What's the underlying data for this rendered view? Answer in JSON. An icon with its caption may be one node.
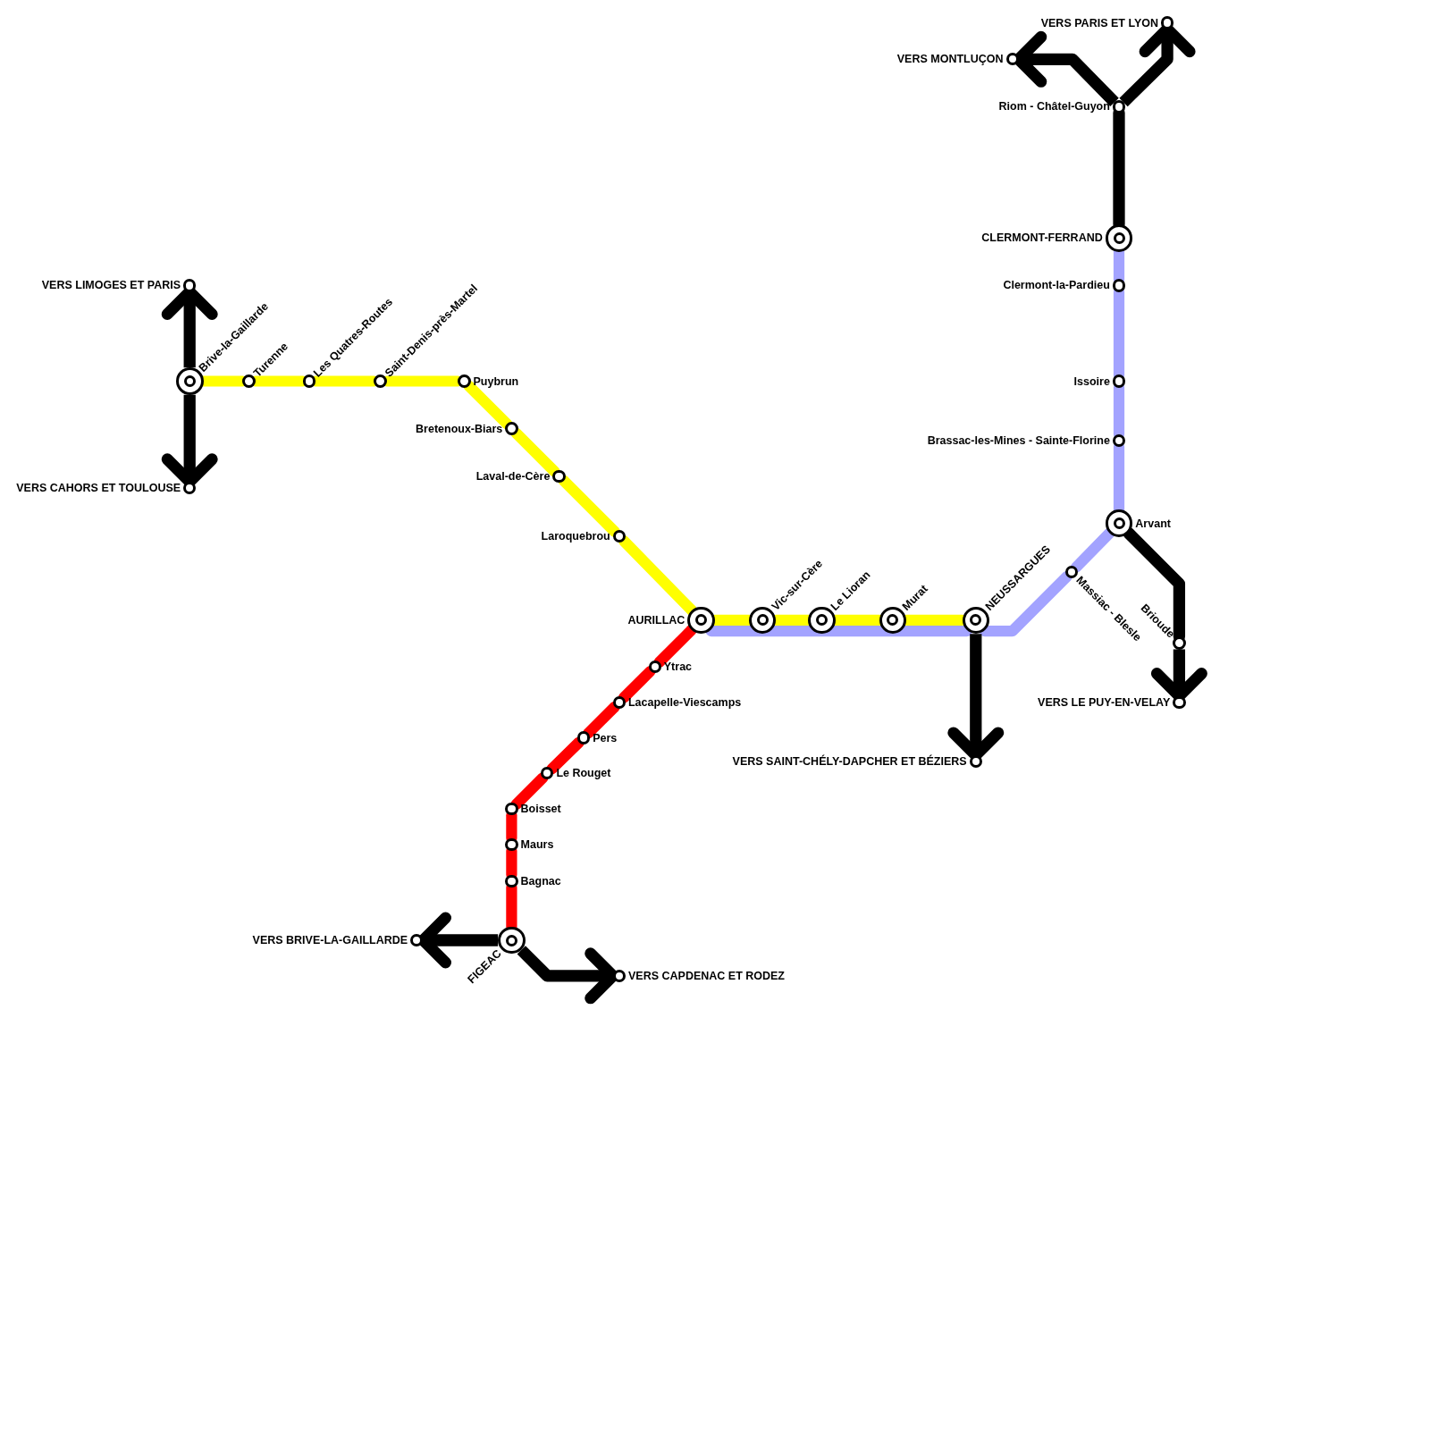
{
  "diagram": {
    "nodes": [
      {
        "text": [],
        "shape": "circle",
        "beside": [
          "VERS LIMOGES ET PARIS"
        ]
      },
      {
        "text": [],
        "shape": "target",
        "beside": [
          "Brive-la-Gaillarde"
        ]
      },
      {
        "text": [],
        "shape": "circle",
        "beside": [
          "VERS CAHORS ET TOULOUSE"
        ]
      },
      {
        "text": [],
        "shape": "circle",
        "beside": [
          "Turenne"
        ]
      },
      {
        "text": [],
        "shape": "circle",
        "beside": [
          "Les Quatres-Routes"
        ]
      },
      {
        "text": [],
        "shape": "circle",
        "beside": [
          "Saint-Denis-près-Martel"
        ]
      },
      {
        "text": [],
        "shape": "circle",
        "beside": [
          "Puybrun"
        ]
      },
      {
        "text": [],
        "shape": "circle",
        "beside": [
          "Bretenoux-Biars"
        ]
      },
      {
        "text": [],
        "shape": "circle",
        "beside": [
          "Laval-de-Cère"
        ]
      },
      {
        "text": [],
        "shape": "circle",
        "beside": [
          "Laroquebrou"
        ]
      },
      {
        "text": [],
        "shape": "target",
        "beside": [
          "AURILLAC"
        ]
      },
      {
        "text": [],
        "shape": "target",
        "beside": [
          "Vic-sur-Cère"
        ]
      },
      {
        "text": [],
        "shape": "target",
        "beside": [
          "Le Lioran"
        ]
      },
      {
        "text": [],
        "shape": "target",
        "beside": [
          "Murat"
        ]
      },
      {
        "text": [],
        "shape": "target",
        "beside": [
          "NEUSSARGUES"
        ]
      },
      {
        "text": [],
        "shape": "circle",
        "beside": [
          "Massiac - Blesle"
        ]
      },
      {
        "text": [],
        "shape": "target",
        "beside": [
          "Arvant"
        ]
      },
      {
        "text": [],
        "shape": "circle",
        "beside": [
          "Brassac-les-Mines - Sainte-Florine"
        ]
      },
      {
        "text": [],
        "shape": "circle",
        "beside": [
          "Issoire"
        ]
      },
      {
        "text": [],
        "shape": "circle",
        "beside": [
          "Clermont-la-Pardieu"
        ]
      },
      {
        "text": [],
        "shape": "target",
        "beside": [
          "CLERMONT-FERRAND"
        ]
      },
      {
        "text": [],
        "shape": "circle",
        "beside": [
          "Riom - Châtel-Guyon"
        ]
      },
      {
        "text": [],
        "shape": "circle",
        "beside": [
          "VERS MONTLUÇON"
        ]
      },
      {
        "text": [],
        "shape": "circle",
        "beside": [
          "VERS PARIS ET LYON"
        ]
      },
      {
        "text": [],
        "shape": "circle",
        "beside": [
          "Brioude"
        ]
      },
      {
        "text": [],
        "shape": "circle",
        "beside": [
          "VERS LE PUY-EN-VELAY"
        ]
      },
      {
        "text": [],
        "shape": "circle",
        "beside": [
          "VERS SAINT-CHÉLY-DAPCHER ET BÉZIERS"
        ]
      },
      {
        "text": [],
        "shape": "circle",
        "beside": [
          "Ytrac"
        ]
      },
      {
        "text": [],
        "shape": "circle",
        "beside": [
          "Lacapelle-Viescamps"
        ]
      },
      {
        "text": [],
        "shape": "circle",
        "beside": [
          "Pers"
        ]
      },
      {
        "text": [],
        "shape": "circle",
        "beside": [
          "Le Rouget"
        ]
      },
      {
        "text": [],
        "shape": "circle",
        "beside": [
          "Boisset"
        ]
      },
      {
        "text": [],
        "shape": "circle",
        "beside": [
          "Maurs"
        ]
      },
      {
        "text": [],
        "shape": "circle",
        "beside": [
          "Bagnac"
        ]
      },
      {
        "text": [],
        "shape": "target",
        "beside": [
          "FIGEAC"
        ]
      },
      {
        "text": [],
        "shape": "circle",
        "beside": [
          "VERS BRIVE-LA-GAILLARDE"
        ]
      },
      {
        "text": [],
        "shape": "circle",
        "beside": [
          "VERS CAPDENAC ET RODEZ"
        ]
      }
    ],
    "edges": [
      {
        "from": 10,
        "to": 14,
        "arrow": "none",
        "color": "#a3a3ff"
      },
      {
        "from": 14,
        "to": 15,
        "arrow": "none",
        "color": "#a3a3ff"
      },
      {
        "from": 15,
        "to": 16,
        "arrow": "none",
        "color": "#a3a3ff"
      },
      {
        "from": 16,
        "to": 17,
        "arrow": "none",
        "color": "#a3a3ff"
      },
      {
        "from": 17,
        "to": 18,
        "arrow": "none",
        "color": "#a3a3ff"
      },
      {
        "from": 18,
        "to": 19,
        "arrow": "none",
        "color": "#a3a3ff"
      },
      {
        "from": 19,
        "to": 20,
        "arrow": "none",
        "color": "#a3a3ff"
      },
      {
        "from": 1,
        "to": 3,
        "arrow": "none",
        "color": "#ffff00"
      },
      {
        "from": 3,
        "to": 4,
        "arrow": "none",
        "color": "#ffff00"
      },
      {
        "from": 4,
        "to": 5,
        "arrow": "none",
        "color": "#ffff00"
      },
      {
        "from": 5,
        "to": 6,
        "arrow": "none",
        "color": "#ffff00"
      },
      {
        "from": 6,
        "to": 7,
        "arrow": "none",
        "color": "#ffff00"
      },
      {
        "from": 7,
        "to": 8,
        "arrow": "none",
        "color": "#ffff00"
      },
      {
        "from": 8,
        "to": 9,
        "arrow": "none",
        "color": "#ffff00"
      },
      {
        "from": 9,
        "to": 10,
        "arrow": "none",
        "color": "#ffff00"
      },
      {
        "from": 10,
        "to": 11,
        "arrow": "none",
        "color": "#ffff00"
      },
      {
        "from": 11,
        "to": 12,
        "arrow": "none",
        "color": "#ffff00"
      },
      {
        "from": 12,
        "to": 13,
        "arrow": "none",
        "color": "#ffff00"
      },
      {
        "from": 13,
        "to": 14,
        "arrow": "none",
        "color": "#ffff00"
      },
      {
        "from": 10,
        "to": 27,
        "arrow": "none",
        "color": "#ff0000"
      },
      {
        "from": 27,
        "to": 28,
        "arrow": "none",
        "color": "#ff0000"
      },
      {
        "from": 28,
        "to": 29,
        "arrow": "none",
        "color": "#ff0000"
      },
      {
        "from": 29,
        "to": 30,
        "arrow": "none",
        "color": "#ff0000"
      },
      {
        "from": 30,
        "to": 31,
        "arrow": "none",
        "color": "#ff0000"
      },
      {
        "from": 31,
        "to": 32,
        "arrow": "none",
        "color": "#ff0000"
      },
      {
        "from": 32,
        "to": 33,
        "arrow": "none",
        "color": "#ff0000"
      },
      {
        "from": 33,
        "to": 34,
        "arrow": "none",
        "color": "#ff0000"
      },
      {
        "from": 20,
        "to": 21,
        "arrow": "none",
        "color": "#000000"
      },
      {
        "from": 21,
        "to": 22,
        "arrow": "to",
        "color": "#000000"
      },
      {
        "from": 21,
        "to": 23,
        "arrow": "to",
        "color": "#000000"
      },
      {
        "from": 16,
        "to": 24,
        "arrow": "none",
        "color": "#000000"
      },
      {
        "from": 24,
        "to": 25,
        "arrow": "to",
        "color": "#000000"
      },
      {
        "from": 14,
        "to": 26,
        "arrow": "to",
        "color": "#000000"
      },
      {
        "from": 1,
        "to": 0,
        "arrow": "to",
        "color": "#000000"
      },
      {
        "from": 1,
        "to": 2,
        "arrow": "to",
        "color": "#000000"
      },
      {
        "from": 34,
        "to": 35,
        "arrow": "to",
        "color": "#000000"
      },
      {
        "from": 34,
        "to": 36,
        "arrow": "to",
        "color": "#000000"
      }
    ]
  }
}
